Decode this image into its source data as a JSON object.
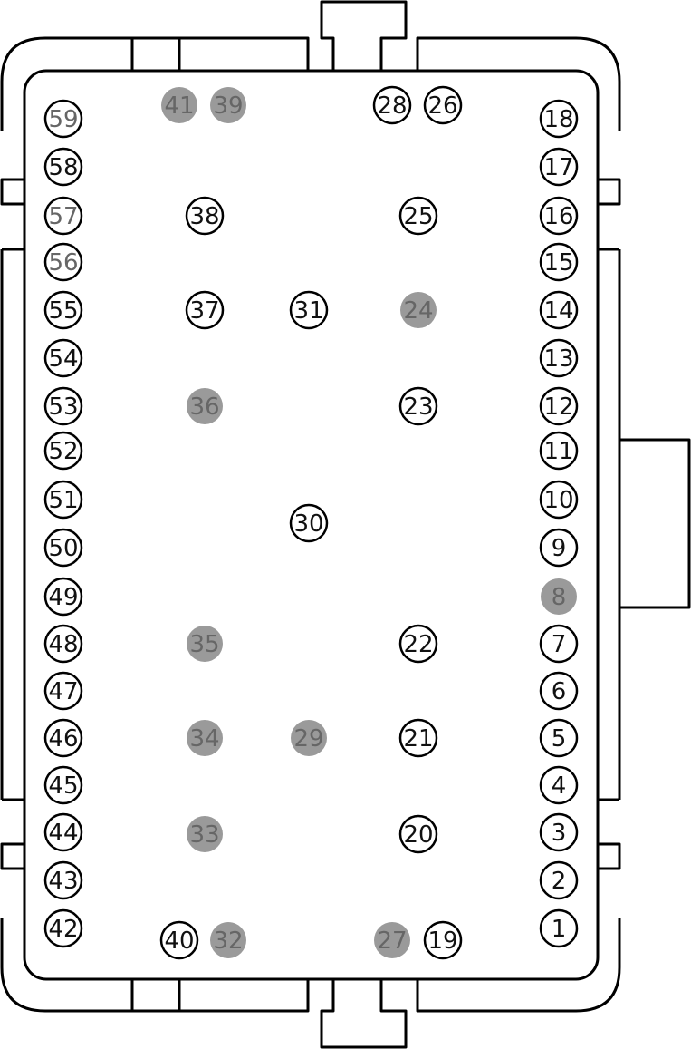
{
  "colors": {
    "outline": "#000000",
    "pin_ring": "#000000",
    "pin_filled": "#9a9a9a",
    "label_dark": "#111111",
    "label_muted": "#666666",
    "background": "#ffffff"
  },
  "pins": [
    {
      "id": "1",
      "label": "1",
      "style": "open"
    },
    {
      "id": "2",
      "label": "2",
      "style": "open"
    },
    {
      "id": "3",
      "label": "3",
      "style": "open"
    },
    {
      "id": "4",
      "label": "4",
      "style": "open"
    },
    {
      "id": "5",
      "label": "5",
      "style": "open"
    },
    {
      "id": "6",
      "label": "6",
      "style": "open"
    },
    {
      "id": "7",
      "label": "7",
      "style": "open"
    },
    {
      "id": "8",
      "label": "8",
      "style": "filled"
    },
    {
      "id": "9",
      "label": "9",
      "style": "open"
    },
    {
      "id": "10",
      "label": "10",
      "style": "open"
    },
    {
      "id": "11",
      "label": "11",
      "style": "open"
    },
    {
      "id": "12",
      "label": "12",
      "style": "open"
    },
    {
      "id": "13",
      "label": "13",
      "style": "open"
    },
    {
      "id": "14",
      "label": "14",
      "style": "open"
    },
    {
      "id": "15",
      "label": "15",
      "style": "open"
    },
    {
      "id": "16",
      "label": "16",
      "style": "open"
    },
    {
      "id": "17",
      "label": "17",
      "style": "open"
    },
    {
      "id": "18",
      "label": "18",
      "style": "open"
    },
    {
      "id": "19",
      "label": "19",
      "style": "open"
    },
    {
      "id": "20",
      "label": "20",
      "style": "open"
    },
    {
      "id": "21",
      "label": "21",
      "style": "open"
    },
    {
      "id": "22",
      "label": "22",
      "style": "open"
    },
    {
      "id": "23",
      "label": "23",
      "style": "open"
    },
    {
      "id": "24",
      "label": "24",
      "style": "filled"
    },
    {
      "id": "25",
      "label": "25",
      "style": "open"
    },
    {
      "id": "26",
      "label": "26",
      "style": "open"
    },
    {
      "id": "27",
      "label": "27",
      "style": "filled"
    },
    {
      "id": "28",
      "label": "28",
      "style": "open"
    },
    {
      "id": "29",
      "label": "29",
      "style": "filled"
    },
    {
      "id": "30",
      "label": "30",
      "style": "open"
    },
    {
      "id": "31",
      "label": "31",
      "style": "open"
    },
    {
      "id": "32",
      "label": "32",
      "style": "filled"
    },
    {
      "id": "33",
      "label": "33",
      "style": "filled"
    },
    {
      "id": "34",
      "label": "34",
      "style": "filled"
    },
    {
      "id": "35",
      "label": "35",
      "style": "filled"
    },
    {
      "id": "36",
      "label": "36",
      "style": "filled"
    },
    {
      "id": "37",
      "label": "37",
      "style": "open"
    },
    {
      "id": "38",
      "label": "38",
      "style": "open"
    },
    {
      "id": "39",
      "label": "39",
      "style": "filled"
    },
    {
      "id": "40",
      "label": "40",
      "style": "open"
    },
    {
      "id": "41",
      "label": "41",
      "style": "filled"
    },
    {
      "id": "42",
      "label": "42",
      "style": "open"
    },
    {
      "id": "43",
      "label": "43",
      "style": "open"
    },
    {
      "id": "44",
      "label": "44",
      "style": "open"
    },
    {
      "id": "45",
      "label": "45",
      "style": "open"
    },
    {
      "id": "46",
      "label": "46",
      "style": "open"
    },
    {
      "id": "47",
      "label": "47",
      "style": "open"
    },
    {
      "id": "48",
      "label": "48",
      "style": "open"
    },
    {
      "id": "49",
      "label": "49",
      "style": "open"
    },
    {
      "id": "50",
      "label": "50",
      "style": "open"
    },
    {
      "id": "51",
      "label": "51",
      "style": "open"
    },
    {
      "id": "52",
      "label": "52",
      "style": "open"
    },
    {
      "id": "53",
      "label": "53",
      "style": "open"
    },
    {
      "id": "54",
      "label": "54",
      "style": "open"
    },
    {
      "id": "55",
      "label": "55",
      "style": "open"
    },
    {
      "id": "56",
      "label": "56",
      "style": "open-muted"
    },
    {
      "id": "57",
      "label": "57",
      "style": "open-muted"
    },
    {
      "id": "58",
      "label": "58",
      "style": "open"
    },
    {
      "id": "59",
      "label": "59",
      "style": "open-muted"
    }
  ]
}
